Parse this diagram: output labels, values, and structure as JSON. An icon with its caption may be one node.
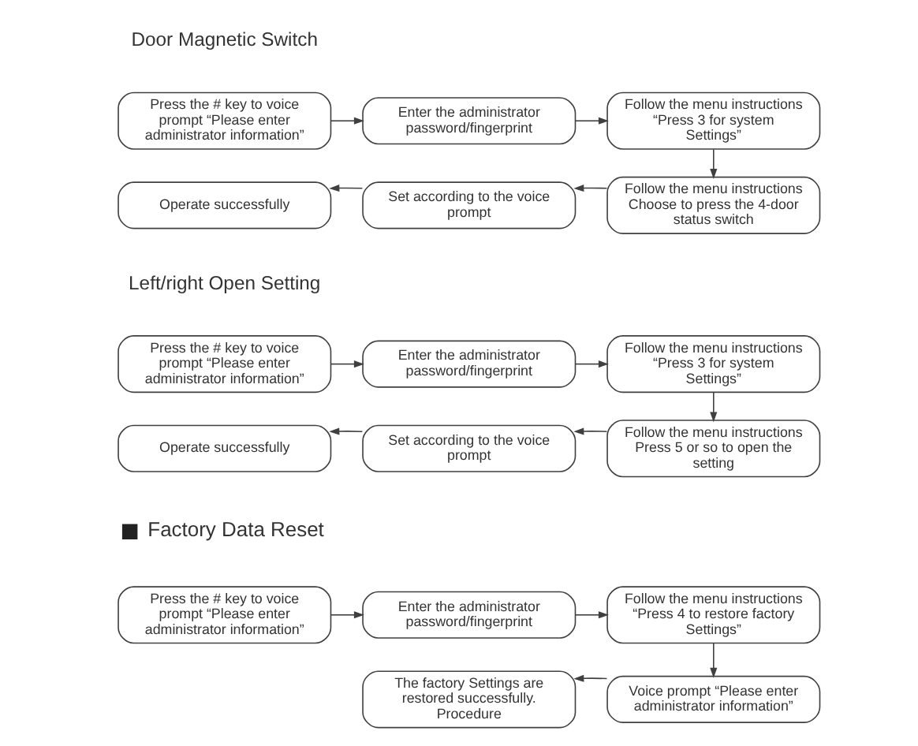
{
  "diagram": {
    "nodes": [
      {
        "text": [
          "Press the # key to voice prompt “Please enter administrator information”"
        ]
      },
      {
        "text": [
          "Enter the administrator password/fingerprint"
        ]
      },
      {
        "text": [
          "Follow the menu instructions “Press 3 for system Settings”"
        ]
      },
      {
        "text": [
          "Follow the menu instructions Choose to press the 4-door status switch"
        ]
      },
      {
        "text": [
          "Set according to the voice prompt"
        ]
      },
      {
        "text": [
          "Operate successfully"
        ]
      },
      {
        "text": [
          "Press the # key to voice prompt “Please enter administrator information”"
        ]
      },
      {
        "text": [
          "Enter the administrator password/fingerprint"
        ]
      },
      {
        "text": [
          "Follow the menu instructions “Press 3 for system Settings”"
        ]
      },
      {
        "text": [
          "Follow the menu instructions Press 5 or so to open the setting"
        ]
      },
      {
        "text": [
          "Set according to the voice prompt"
        ]
      },
      {
        "text": [
          "Operate successfully"
        ]
      },
      {
        "text": [
          "Press the # key to voice prompt “Please enter administrator information”"
        ]
      },
      {
        "text": [
          "Enter the administrator password/fingerprint"
        ]
      },
      {
        "text": [
          "Follow the menu instructions “Press 4 to restore factory Settings”"
        ]
      },
      {
        "text": [
          "Voice prompt “Please enter administrator information”"
        ]
      },
      {
        "text": [
          "The factory Settings are restored successfully. Procedure"
        ]
      }
    ],
    "edges": [
      {
        "from": 0,
        "to": 1,
        "arrow": "to"
      },
      {
        "from": 1,
        "to": 2,
        "arrow": "to"
      },
      {
        "from": 2,
        "to": 3,
        "arrow": "to"
      },
      {
        "from": 3,
        "to": 4,
        "arrow": "to"
      },
      {
        "from": 4,
        "to": 5,
        "arrow": "to"
      },
      {
        "from": 6,
        "to": 7,
        "arrow": "to"
      },
      {
        "from": 7,
        "to": 8,
        "arrow": "to"
      },
      {
        "from": 8,
        "to": 9,
        "arrow": "to"
      },
      {
        "from": 9,
        "to": 10,
        "arrow": "to"
      },
      {
        "from": 10,
        "to": 11,
        "arrow": "to"
      },
      {
        "from": 12,
        "to": 13,
        "arrow": "to"
      },
      {
        "from": 13,
        "to": 14,
        "arrow": "to"
      },
      {
        "from": 14,
        "to": 15,
        "arrow": "to"
      },
      {
        "from": 15,
        "to": 16,
        "arrow": "to"
      }
    ],
    "labels": [
      "Door Magnetic Switch",
      "Left/right Open Setting",
      "Factory Data Reset"
    ]
  }
}
